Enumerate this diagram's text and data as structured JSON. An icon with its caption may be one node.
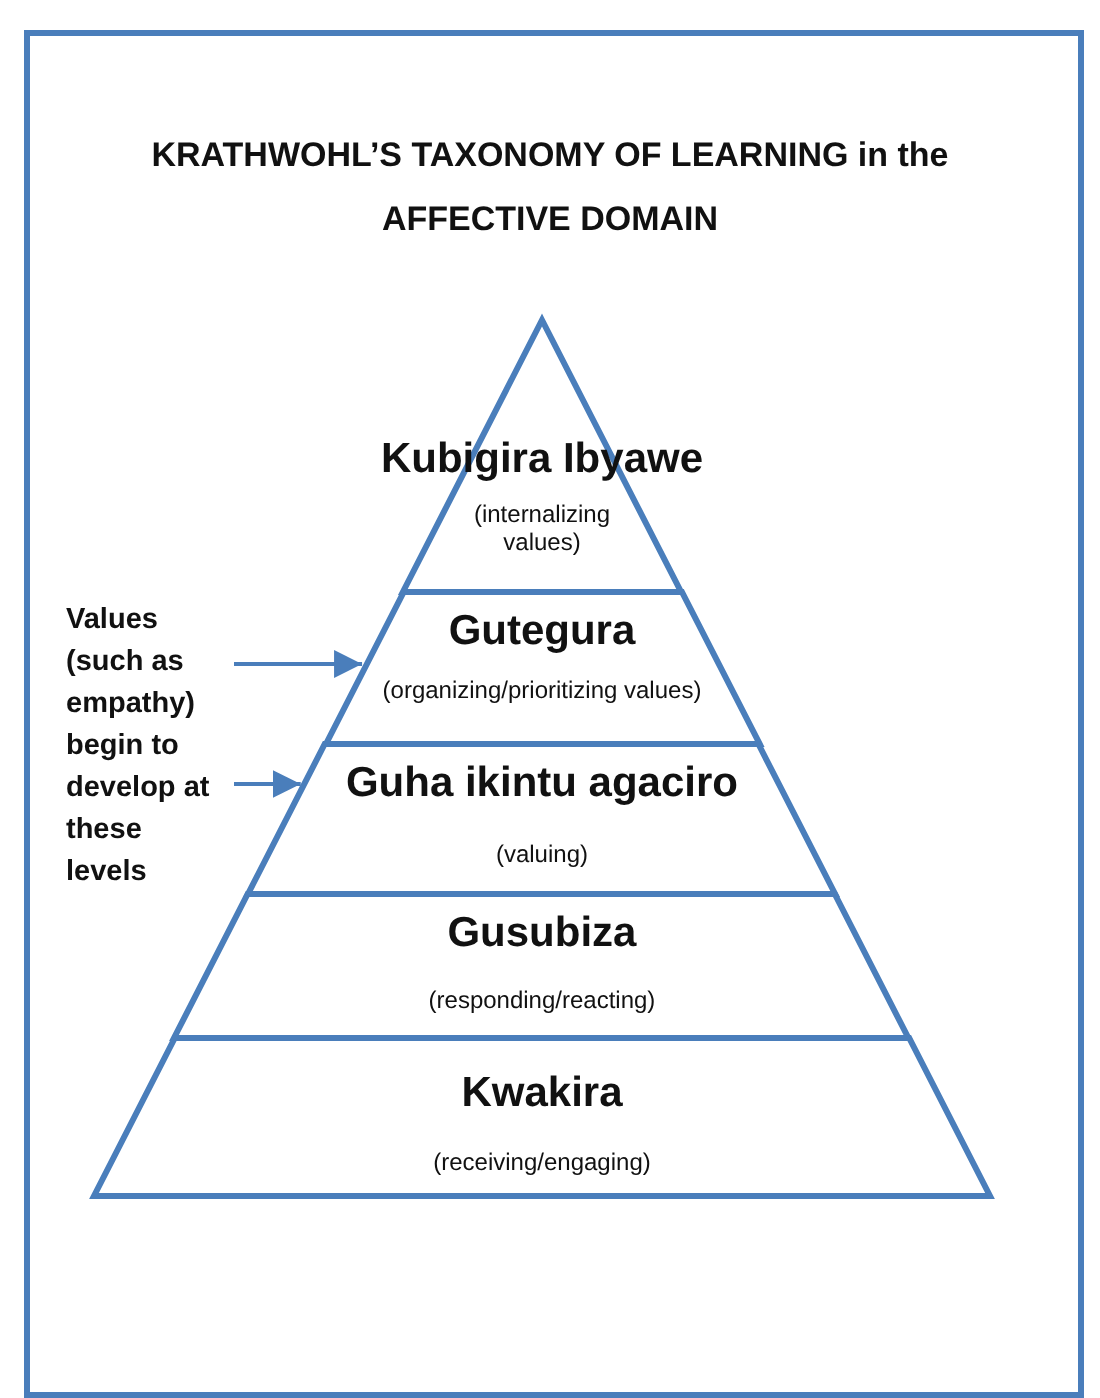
{
  "diagram": {
    "title": "KRATHWOHL’S TAXONOMY OF LEARNING in the AFFECTIVE DOMAIN",
    "nodes": [
      {
        "text": [
          "Kubigira Ibyawe",
          "(internalizing values)"
        ]
      },
      {
        "text": [
          "Gutegura",
          "(organizing/prioritizing values)"
        ]
      },
      {
        "text": [
          "Guha ikintu agaciro",
          "(valuing)"
        ]
      },
      {
        "text": [
          "Gusubiza",
          "(responding/reacting)"
        ]
      },
      {
        "text": [
          "Kwakira",
          "(receiving/engaging)"
        ]
      },
      {
        "text": [
          "Values (such as empathy) begin to develop at these levels"
        ]
      }
    ],
    "edges": [
      {
        "from": 5,
        "to": 1,
        "arrow": "to"
      },
      {
        "from": 5,
        "to": 2,
        "arrow": "to"
      }
    ]
  }
}
